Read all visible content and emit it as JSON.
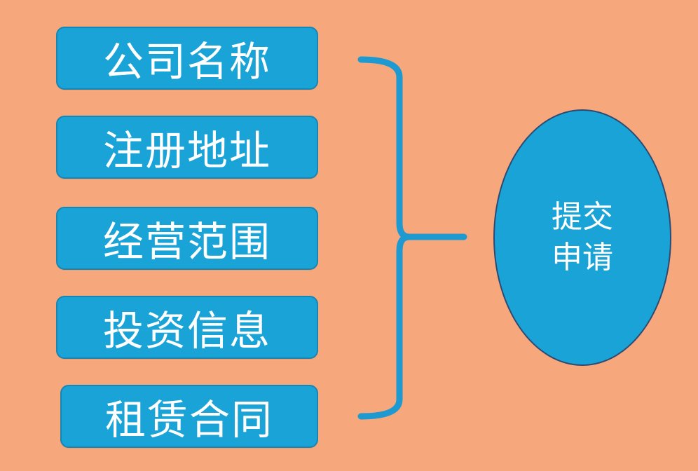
{
  "items": [
    {
      "label": "公司名称"
    },
    {
      "label": "注册地址"
    },
    {
      "label": "经营范围"
    },
    {
      "label": "投资信息"
    },
    {
      "label": "租赁合同"
    }
  ],
  "target": {
    "label": "提交申请"
  },
  "colors": {
    "background": "#f7a77c",
    "box_fill": "#1aa3d6",
    "box_border": "#1786b3",
    "bracket": "#1e9ad1",
    "ellipse_border": "#2e4a72",
    "text": "#ffffff"
  }
}
